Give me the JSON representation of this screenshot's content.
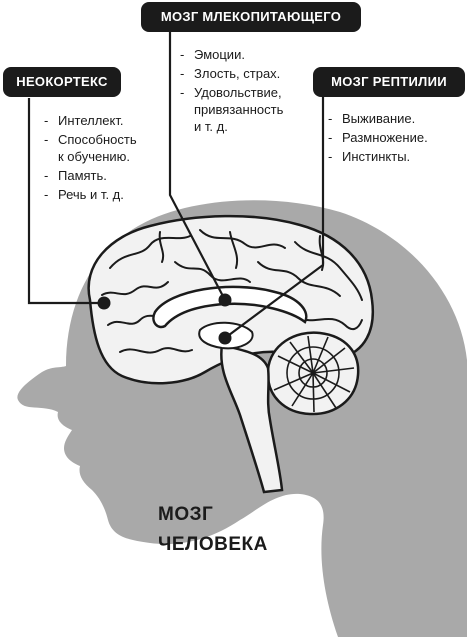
{
  "labels": {
    "mammal": {
      "title": "МОЗГ МЛЕКОПИТАЮЩЕГО",
      "items": [
        "Эмоции.",
        "Злость, страх.",
        "Удовольствие,",
        "привязанность",
        "и т. д."
      ]
    },
    "neocortex": {
      "title": "НЕОКОРТЕКС",
      "items": [
        "Интеллект.",
        "Способность",
        "к обучению.",
        "Память.",
        "Речь и т. д."
      ]
    },
    "reptile": {
      "title": "МОЗГ РЕПТИЛИИ",
      "items": [
        "Выживание.",
        "Размножение.",
        "Инстинкты."
      ]
    }
  },
  "human": {
    "line1": "МОЗГ",
    "line2": "ЧЕЛОВЕКА"
  },
  "colors": {
    "head": "#a9a9a9",
    "brain_fill": "#f2f2f2",
    "outline": "#1b1b1b",
    "dark": "#1b1b1b"
  }
}
